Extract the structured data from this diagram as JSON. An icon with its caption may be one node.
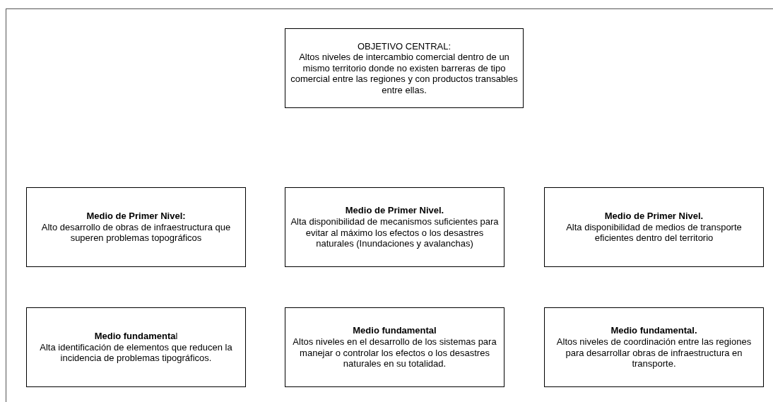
{
  "diagram": {
    "nodes": [
      {
        "text": [
          "OBJETIVO CENTRAL:",
          "Altos niveles de intercambio comercial dentro de un mismo territorio donde no existen barreras de tipo comercial entre las regiones y con productos transables entre ellas."
        ]
      },
      {
        "text": [
          "Medio de Primer Nivel:",
          "Alto desarrollo de obras de infraestructura que superen problemas topográficos"
        ]
      },
      {
        "text": [
          "Medio de Primer Nivel.",
          "Alta disponibilidad de mecanismos suficientes para evitar al máximo los efectos o los desastres naturales (Inundaciones y avalanchas)"
        ]
      },
      {
        "text": [
          "Medio de Primer Nivel.",
          "Alta disponibilidad  de medios de transporte eficientes dentro del territorio"
        ]
      },
      {
        "text": [
          "**Medio fundamenta**l",
          "Alta identificación de elementos que reducen la incidencia de problemas tipográficos."
        ]
      },
      {
        "text": [
          "Medio fundamental",
          "Altos niveles en el desarrollo de los sistemas para manejar o controlar los efectos o los desastres naturales en su totalidad."
        ]
      },
      {
        "text": [
          "Medio fundamental.",
          "Altos niveles de coordinación  entre las regiones para desarrollar obras de infraestructura en transporte."
        ]
      }
    ],
    "edges": []
  }
}
